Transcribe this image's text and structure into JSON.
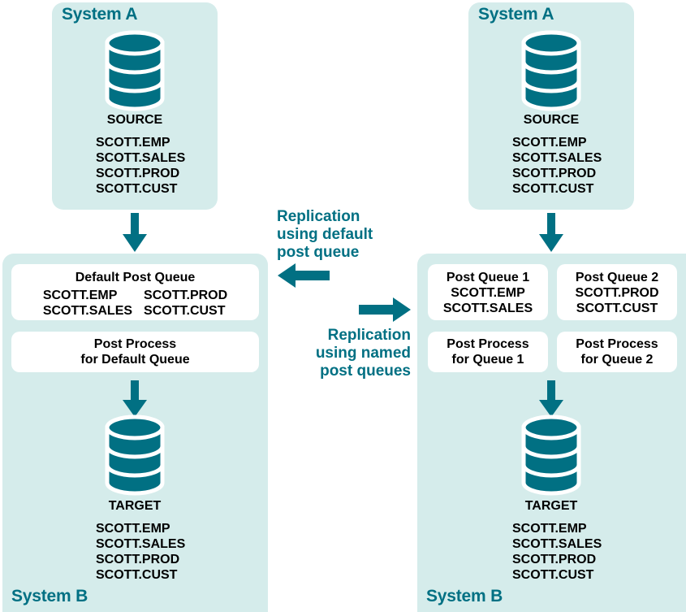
{
  "colors": {
    "teal": "#017083",
    "panel_bg": "#d5eceb",
    "box_bg": "#ffffff",
    "text": "#000000"
  },
  "left_scenario": {
    "source_panel": {
      "title": "System A",
      "db_caption": "SOURCE",
      "tables": [
        "SCOTT.EMP",
        "SCOTT.SALES",
        "SCOTT.PROD",
        "SCOTT.CUST"
      ]
    },
    "target_panel": {
      "title": "System B",
      "db_caption": "TARGET",
      "tables": [
        "SCOTT.EMP",
        "SCOTT.SALES",
        "SCOTT.PROD",
        "SCOTT.CUST"
      ],
      "queue_box": {
        "title": "Default Post Queue",
        "column_left": [
          "SCOTT.EMP",
          "SCOTT.SALES"
        ],
        "column_right": [
          "SCOTT.PROD",
          "SCOTT.CUST"
        ]
      },
      "process_box": {
        "line1": "Post Process",
        "line2": "for Default Queue"
      }
    }
  },
  "right_scenario": {
    "source_panel": {
      "title": "System A",
      "db_caption": "SOURCE",
      "tables": [
        "SCOTT.EMP",
        "SCOTT.SALES",
        "SCOTT.PROD",
        "SCOTT.CUST"
      ]
    },
    "target_panel": {
      "title": "System B",
      "db_caption": "TARGET",
      "tables": [
        "SCOTT.EMP",
        "SCOTT.SALES",
        "SCOTT.PROD",
        "SCOTT.CUST"
      ],
      "queue_box_1": {
        "title": "Post Queue 1",
        "tables": [
          "SCOTT.EMP",
          "SCOTT.SALES"
        ]
      },
      "queue_box_2": {
        "title": "Post Queue 2",
        "tables": [
          "SCOTT.PROD",
          "SCOTT.CUST"
        ]
      },
      "process_box_1": {
        "line1": "Post Process",
        "line2": "for Queue 1"
      },
      "process_box_2": {
        "line1": "Post Process",
        "line2": "for Queue 2"
      }
    }
  },
  "center": {
    "label_default": {
      "line1": "Replication",
      "line2": "using default",
      "line3": "post queue"
    },
    "label_named": {
      "line1": "Replication",
      "line2": "using named",
      "line3": "post queues"
    },
    "arrow_left_icon": "arrow-left-icon",
    "arrow_right_icon": "arrow-right-icon"
  },
  "icons": {
    "database": "database-cylinder-icon",
    "arrow_down": "arrow-down-icon"
  }
}
